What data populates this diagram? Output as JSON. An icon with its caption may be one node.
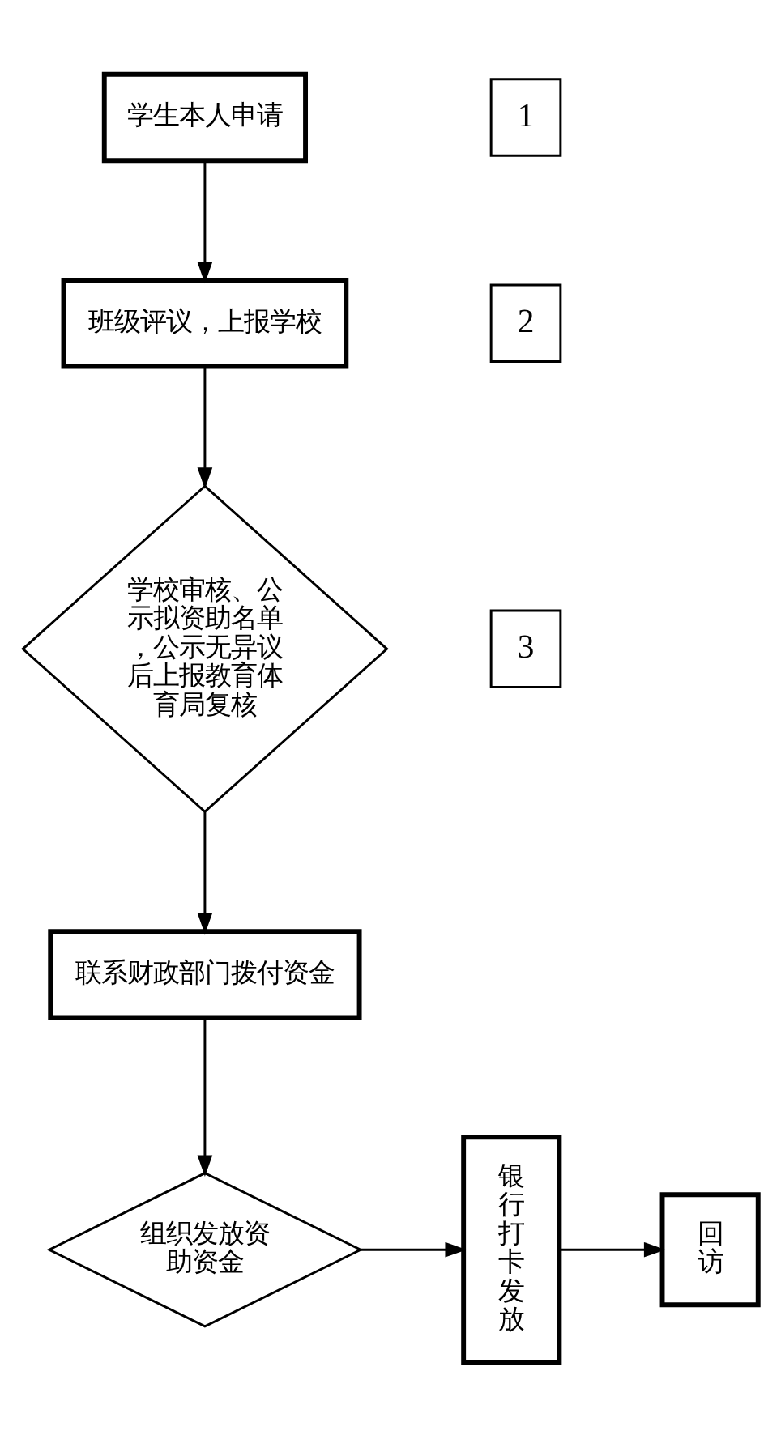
{
  "diagram": {
    "nodes": [
      {
        "text": [
          "学生本人申请"
        ]
      },
      {
        "text": [
          "1"
        ]
      },
      {
        "text": [
          "班级评议，上报学校"
        ]
      },
      {
        "text": [
          "2"
        ]
      },
      {
        "text": [
          "学校审核、公示拟资助名单，公示无异议后上报教育体育局复核"
        ]
      },
      {
        "text": [
          "3"
        ]
      },
      {
        "text": [
          "联系财政部门拨付资金"
        ]
      },
      {
        "text": [
          "组织发放资助资金"
        ]
      },
      {
        "text": [
          "银行打卡发放"
        ]
      },
      {
        "text": [
          "回访"
        ]
      }
    ],
    "edges": [
      {
        "from": 0,
        "to": 2,
        "arrow": "to"
      },
      {
        "from": 2,
        "to": 4,
        "arrow": "to"
      },
      {
        "from": 4,
        "to": 6,
        "arrow": "to"
      },
      {
        "from": 6,
        "to": 7,
        "arrow": "to"
      },
      {
        "from": 7,
        "to": 8,
        "arrow": "to"
      },
      {
        "from": 8,
        "to": 9,
        "arrow": "to"
      }
    ]
  }
}
